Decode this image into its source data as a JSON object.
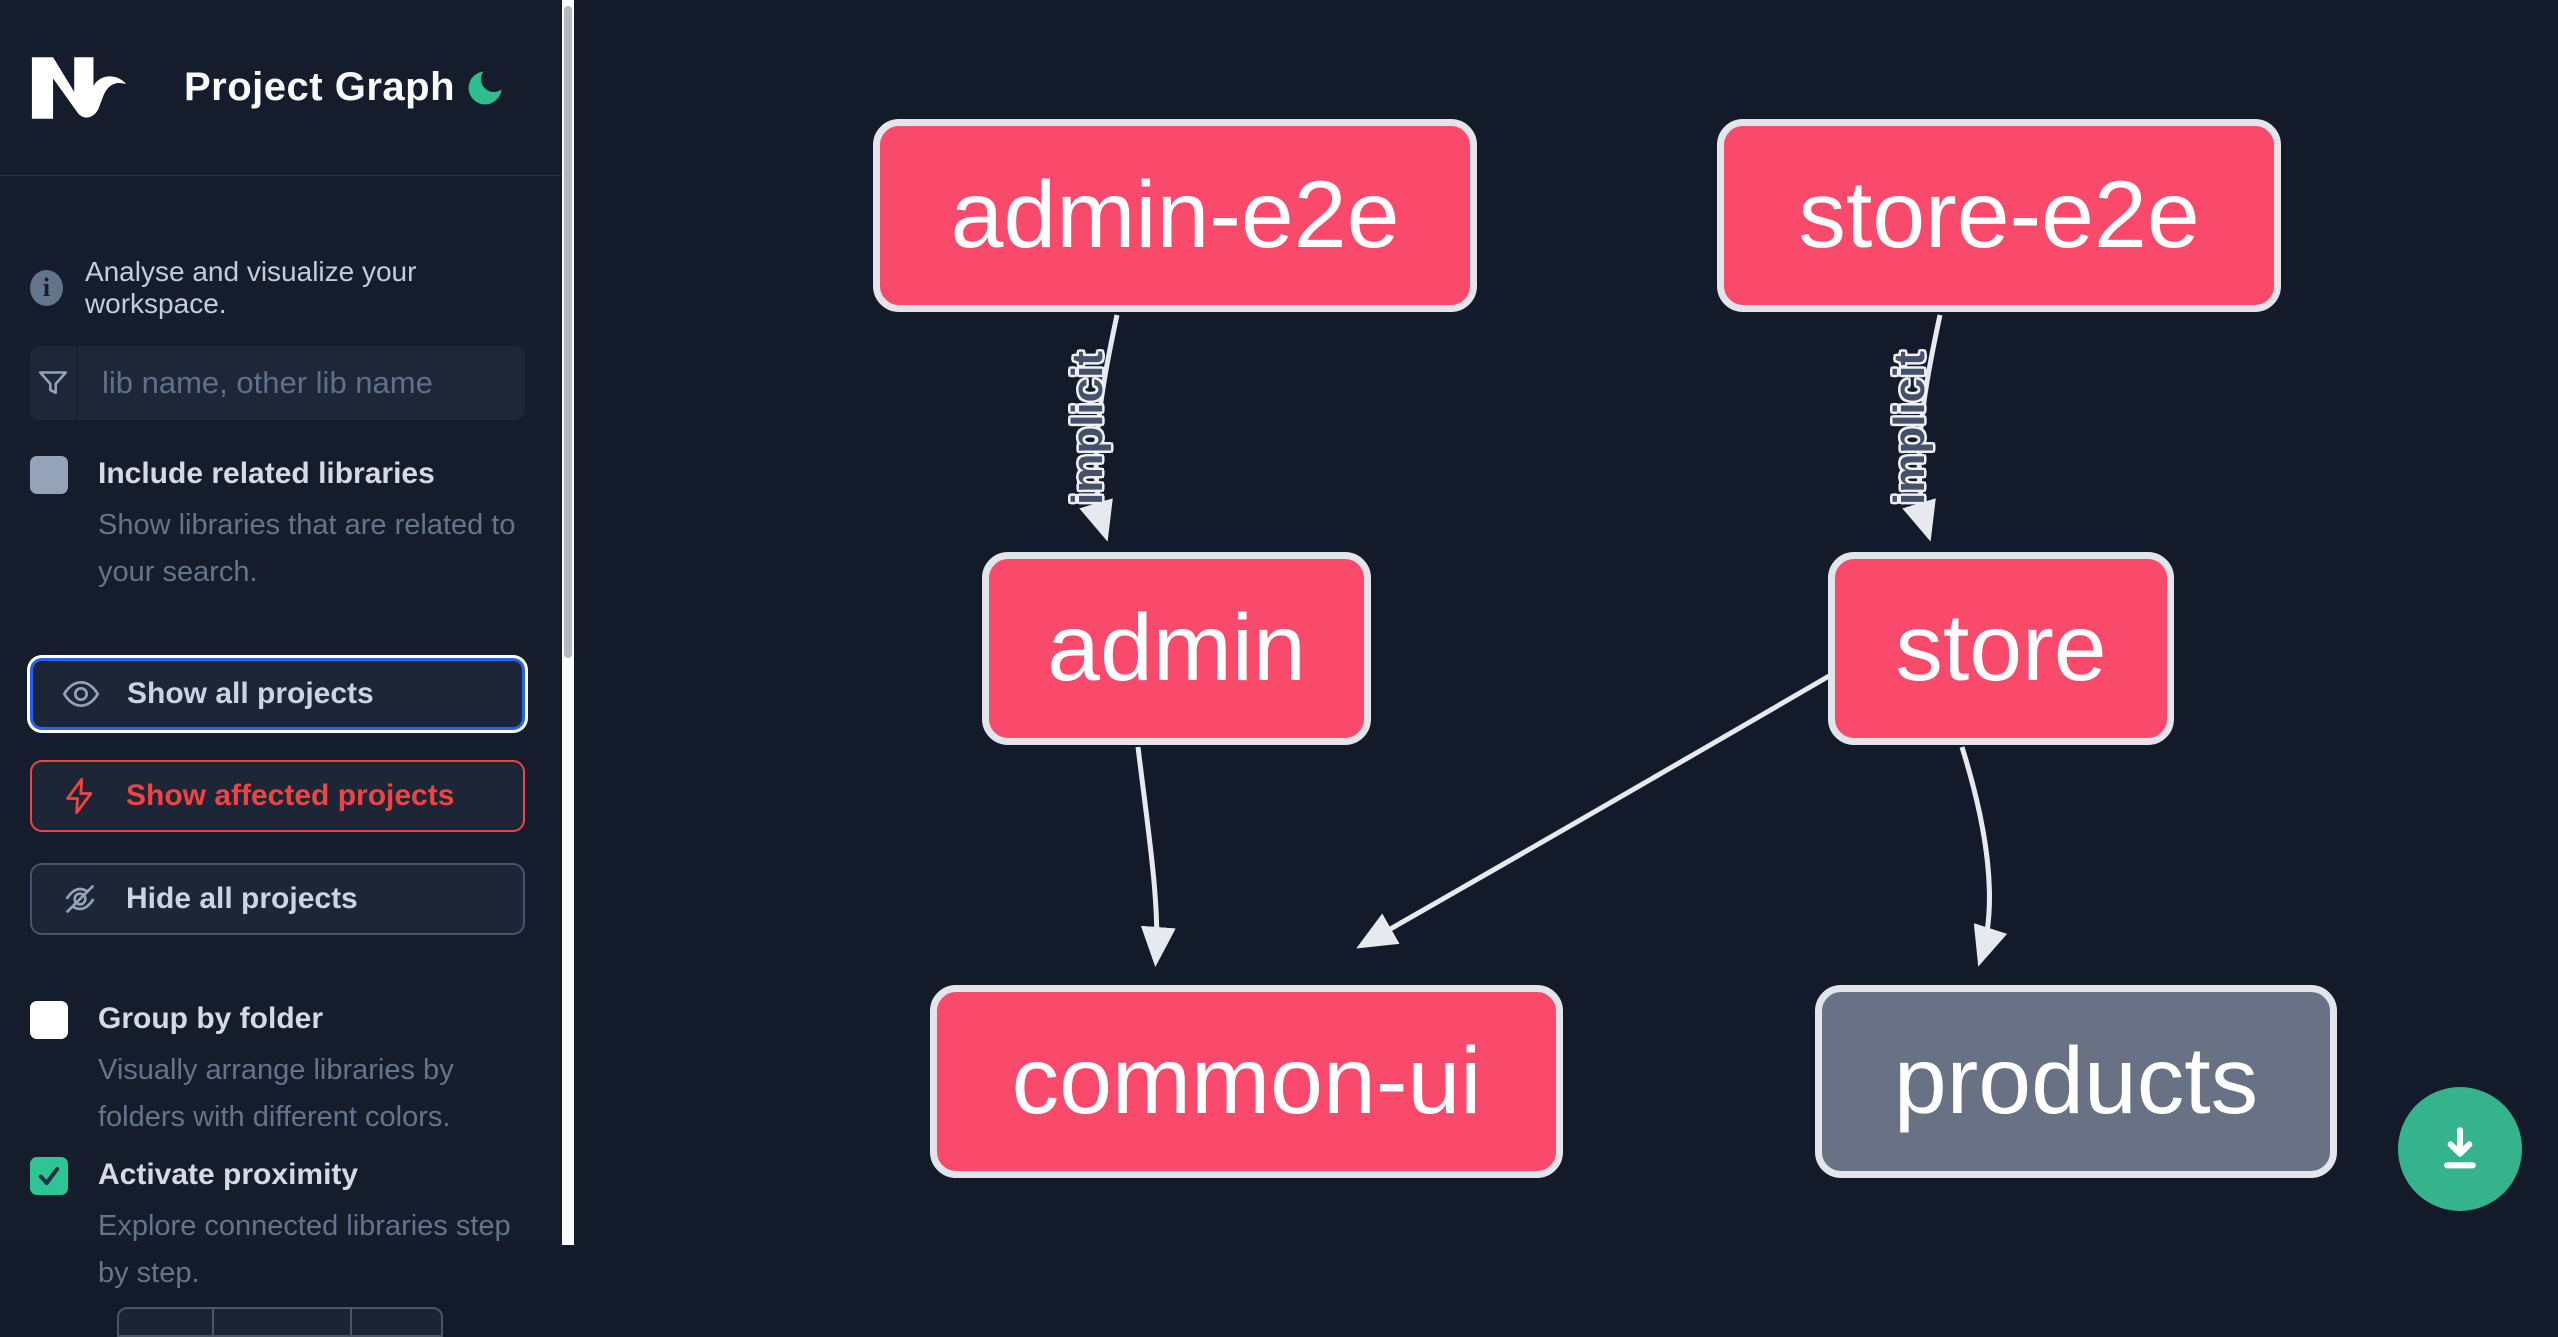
{
  "app": {
    "name": "Nx",
    "title": "Project Graph"
  },
  "sidebar": {
    "tagline": "Analyse and visualize your workspace.",
    "search": {
      "placeholder": "lib name, other lib name",
      "value": ""
    },
    "include_related": {
      "label": "Include related libraries",
      "description": "Show libraries that are related to your search.",
      "checked": false
    },
    "actions": [
      {
        "label": "Show all projects",
        "state": "focused"
      },
      {
        "label": "Show affected projects",
        "state": "affected"
      },
      {
        "label": "Hide all projects",
        "state": "default"
      }
    ],
    "group_by_folder": {
      "label": "Group by folder",
      "description": "Visually arrange libraries by folders with different colors.",
      "checked": false
    },
    "activate_proximity": {
      "label": "Activate proximity",
      "description": "Explore connected libraries step by step.",
      "checked": true
    }
  },
  "graph": {
    "nodes": [
      {
        "id": "admin-e2e",
        "color": "#fa4a6c"
      },
      {
        "id": "store-e2e",
        "color": "#fa4a6c"
      },
      {
        "id": "admin",
        "color": "#fa4a6c"
      },
      {
        "id": "store",
        "color": "#fa4a6c"
      },
      {
        "id": "common-ui",
        "color": "#fa4a6c"
      },
      {
        "id": "products",
        "color": "#687284"
      }
    ],
    "edges": [
      {
        "source": "admin-e2e",
        "target": "admin",
        "label": "implicit"
      },
      {
        "source": "store-e2e",
        "target": "store",
        "label": "implicit"
      },
      {
        "source": "admin",
        "target": "common-ui",
        "label": ""
      },
      {
        "source": "store",
        "target": "common-ui",
        "label": ""
      },
      {
        "source": "store",
        "target": "products",
        "label": ""
      }
    ]
  },
  "colors": {
    "accent_green": "#2ebf90",
    "download_green": "#35b38b",
    "focus_blue": "#2563eb",
    "affected_red": "#ef4444",
    "node_pink": "#fa4a6c",
    "node_gray": "#687284",
    "edge_gray": "#e6e9ed"
  }
}
